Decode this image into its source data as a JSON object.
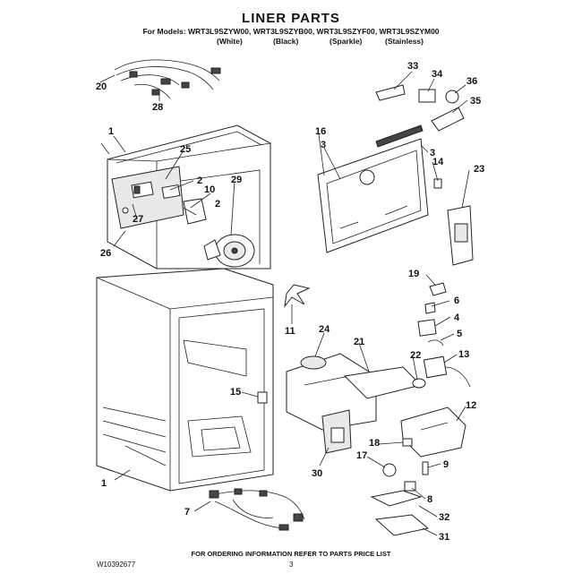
{
  "header": {
    "title": "LINER PARTS",
    "models": "For Models: WRT3L9SZYW00, WRT3L9SZYB00, WRT3L9SZYF00, WRT3L9SZYM00",
    "variants": [
      "(White)",
      "(Black)",
      "(Sparkle)",
      "(Stainless)"
    ]
  },
  "callouts": [
    "1",
    "1",
    "2",
    "2",
    "3",
    "3",
    "4",
    "5",
    "6",
    "7",
    "8",
    "9",
    "10",
    "11",
    "12",
    "13",
    "14",
    "15",
    "16",
    "17",
    "18",
    "19",
    "20",
    "21",
    "22",
    "23",
    "24",
    "25",
    "26",
    "27",
    "28",
    "29",
    "30",
    "31",
    "32",
    "33",
    "34",
    "35",
    "36"
  ],
  "footer": {
    "note": "FOR ORDERING INFORMATION REFER TO PARTS PRICE LIST",
    "doc_number": "W10392677",
    "page": "3"
  }
}
